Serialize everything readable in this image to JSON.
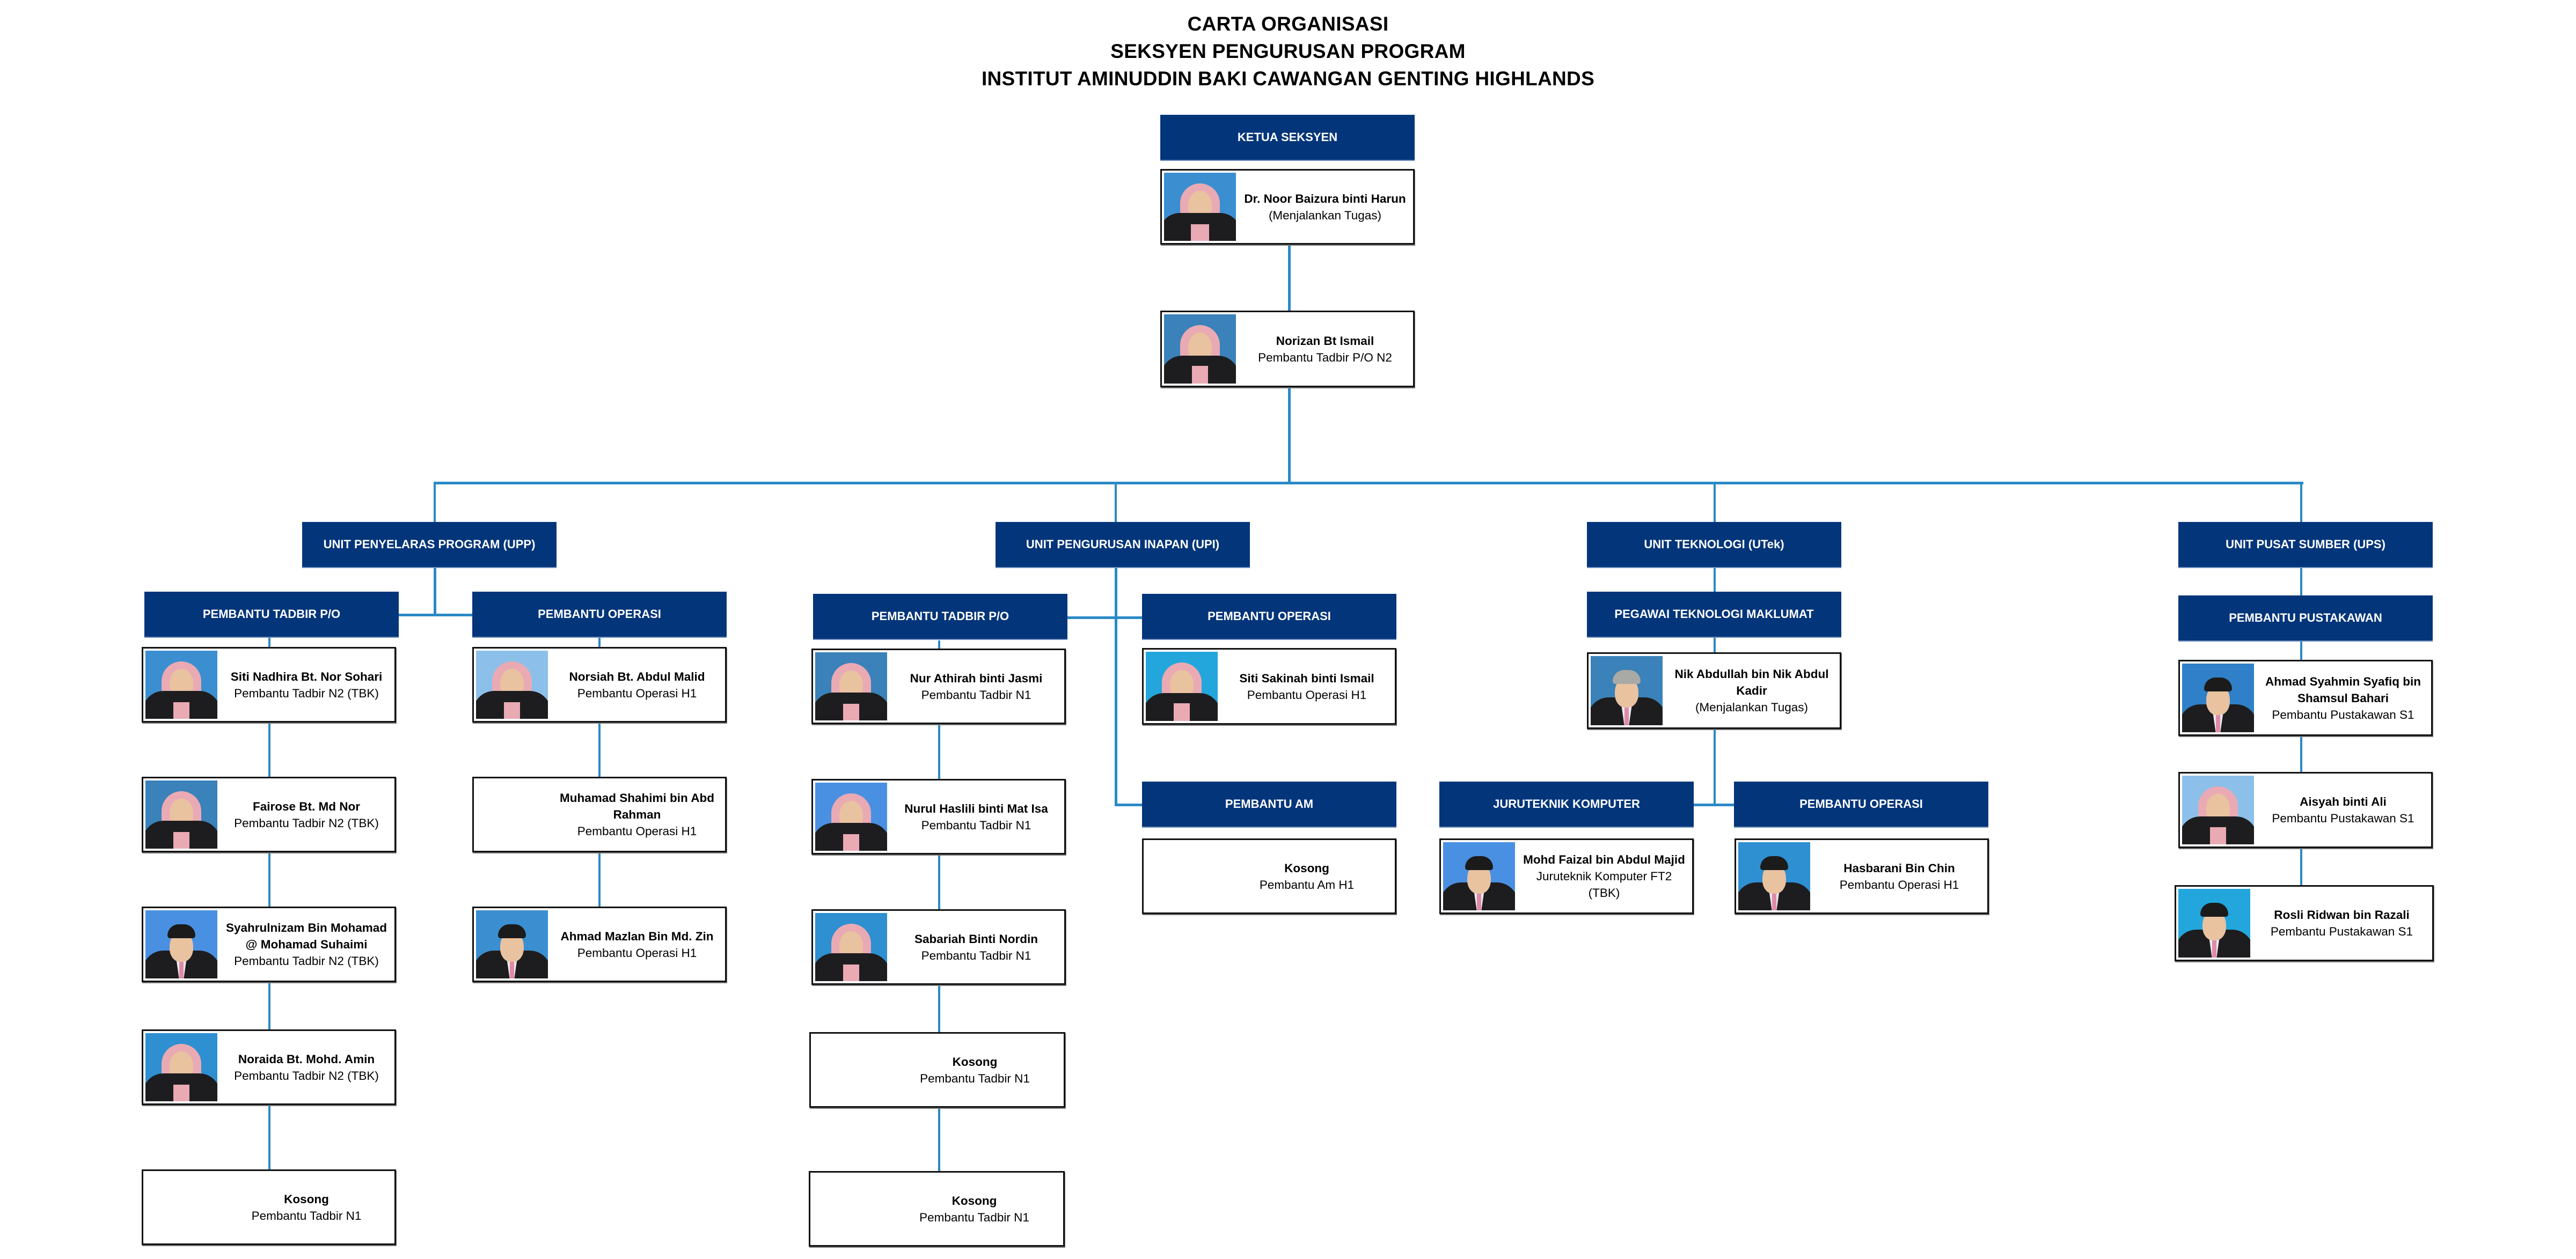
{
  "title": {
    "line1": "CARTA ORGANISASI",
    "line2": "SEKSYEN PENGURUSAN PROGRAM",
    "line3": "INSTITUT AMINUDDIN BAKI CAWANGAN GENTING HIGHLANDS"
  },
  "colors": {
    "header_bg": "#03357a",
    "connector": "#2a8ac6",
    "photo_bg": "#3b8fd0"
  },
  "head": {
    "header": "KETUA SEKSYEN",
    "chief": {
      "name": "Dr. Noor Baizura binti Harun",
      "role": "(Menjalankan Tugas)",
      "photo": "female-hijab"
    },
    "assistant": {
      "name": "Norizan Bt Ismail",
      "role": "Pembantu Tadbir P/O N2",
      "photo": "female-hijab"
    }
  },
  "units": {
    "upp": {
      "header": "UNIT PENYELARAS PROGRAM (UPP)",
      "tadbir": {
        "header": "PEMBANTU TADBIR P/O",
        "staff": [
          {
            "name": "Siti Nadhira Bt. Nor Sohari",
            "role": "Pembantu Tadbir N2 (TBK)",
            "photo": "female-hijab"
          },
          {
            "name": "Fairose Bt. Md Nor",
            "role": "Pembantu Tadbir N2 (TBK)",
            "photo": "female-hijab"
          },
          {
            "name": "Syahrulnizam Bin Mohamad @ Mohamad Suhaimi",
            "role": "Pembantu Tadbir N2 (TBK)",
            "photo": "male"
          },
          {
            "name": "Noraida Bt. Mohd. Amin",
            "role": "Pembantu Tadbir N2 (TBK)",
            "photo": "female-hijab"
          },
          {
            "name": "Kosong",
            "role": "Pembantu Tadbir N1",
            "photo": "none"
          }
        ]
      },
      "operasi": {
        "header": "PEMBANTU OPERASI",
        "staff": [
          {
            "name": "Norsiah Bt. Abdul Malid",
            "role": "Pembantu Operasi H1",
            "photo": "female-hijab"
          },
          {
            "name": "Muhamad Shahimi bin Abd Rahman",
            "role": "Pembantu Operasi H1",
            "photo": "none"
          },
          {
            "name": "Ahmad Mazlan Bin Md. Zin",
            "role": "Pembantu Operasi H1",
            "photo": "male"
          }
        ]
      }
    },
    "upi": {
      "header": "UNIT PENGURUSAN INAPAN (UPI)",
      "tadbir": {
        "header": "PEMBANTU TADBIR P/O",
        "staff": [
          {
            "name": "Nur Athirah binti Jasmi",
            "role": "Pembantu Tadbir N1",
            "photo": "female-hijab"
          },
          {
            "name": "Nurul Haslili binti Mat Isa",
            "role": "Pembantu Tadbir N1",
            "photo": "female-hijab"
          },
          {
            "name": "Sabariah Binti Nordin",
            "role": "Pembantu Tadbir N1",
            "photo": "female-hijab"
          },
          {
            "name": "Kosong",
            "role": "Pembantu Tadbir N1",
            "photo": "none"
          },
          {
            "name": "Kosong",
            "role": "Pembantu Tadbir N1",
            "photo": "none"
          }
        ]
      },
      "operasi": {
        "header": "PEMBANTU OPERASI",
        "staff": [
          {
            "name": "Siti Sakinah binti Ismail",
            "role": "Pembantu Operasi H1",
            "photo": "female-hijab"
          }
        ]
      },
      "am": {
        "header": "PEMBANTU AM",
        "staff": [
          {
            "name": "Kosong",
            "role": "Pembantu Am H1",
            "photo": "none"
          }
        ]
      }
    },
    "utek": {
      "header": "UNIT TEKNOLOGI (UTek)",
      "pegawai": {
        "header": "PEGAWAI TEKNOLOGI MAKLUMAT",
        "staff": [
          {
            "name": "Nik Abdullah bin Nik Abdul Kadir",
            "role": "(Menjalankan Tugas)",
            "photo": "male-grey"
          }
        ]
      },
      "juruteknik": {
        "header": "JURUTEKNIK KOMPUTER",
        "staff": [
          {
            "name": "Mohd Faizal bin Abdul Majid",
            "role": "Juruteknik Komputer FT2 (TBK)",
            "photo": "male"
          }
        ]
      },
      "operasi": {
        "header": "PEMBANTU OPERASI",
        "staff": [
          {
            "name": "Hasbarani Bin Chin",
            "role": "Pembantu Operasi H1",
            "photo": "male"
          }
        ]
      }
    },
    "ups": {
      "header": "UNIT PUSAT SUMBER (UPS)",
      "pustakawan": {
        "header": "PEMBANTU PUSTAKAWAN",
        "staff": [
          {
            "name": "Ahmad Syahmin Syafiq bin Shamsul Bahari",
            "role": "Pembantu Pustakawan S1",
            "photo": "male"
          },
          {
            "name": "Aisyah binti Ali",
            "role": "Pembantu Pustakawan S1",
            "photo": "female-hijab"
          },
          {
            "name": "Rosli Ridwan bin Razali",
            "role": "Pembantu Pustakawan S1",
            "photo": "male"
          }
        ]
      }
    }
  }
}
